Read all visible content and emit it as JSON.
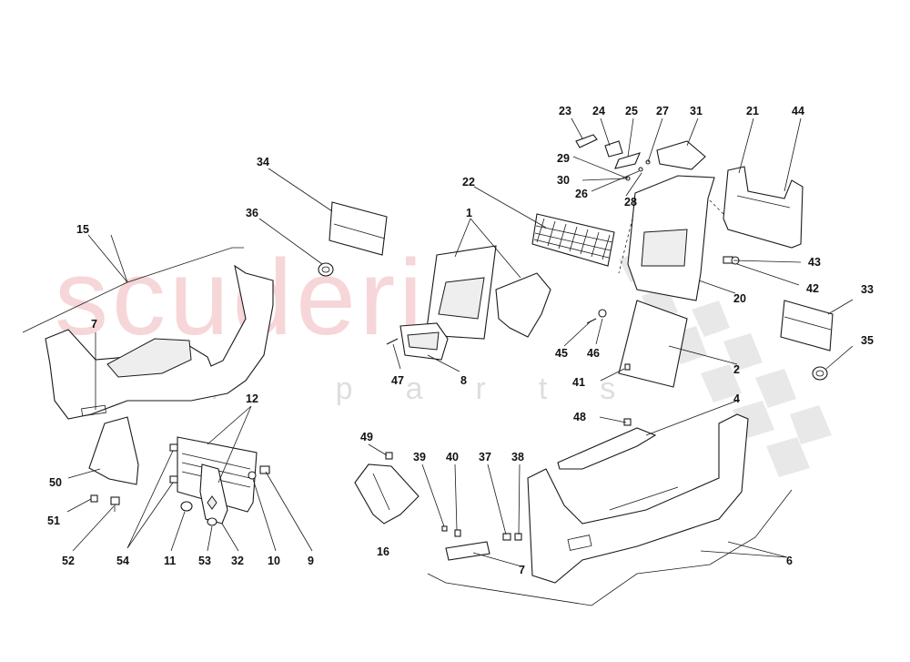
{
  "watermark": {
    "brand": "scuderia",
    "tagline": "car parts"
  },
  "callouts": {
    "c1": "1",
    "c2": "2",
    "c4": "4",
    "c6": "6",
    "c7a": "7",
    "c7b": "7",
    "c8": "8",
    "c9": "9",
    "c10": "10",
    "c11": "11",
    "c12": "12",
    "c15": "15",
    "c16": "16",
    "c20": "20",
    "c21": "21",
    "c22": "22",
    "c23": "23",
    "c24": "24",
    "c25": "25",
    "c26": "26",
    "c27": "27",
    "c28": "28",
    "c29": "29",
    "c30": "30",
    "c31": "31",
    "c32": "32",
    "c33": "33",
    "c34": "34",
    "c35": "35",
    "c36": "36",
    "c37": "37",
    "c38": "38",
    "c39": "39",
    "c40": "40",
    "c41": "41",
    "c42": "42",
    "c43": "43",
    "c44": "44",
    "c45": "45",
    "c46": "46",
    "c47": "47",
    "c48": "48",
    "c49": "49",
    "c50": "50",
    "c51": "51",
    "c52": "52",
    "c53": "53",
    "c54": "54"
  },
  "colors": {
    "watermark_red": "#f3c9cb",
    "watermark_grey": "#d6d6d6",
    "line": "#1a1a1a"
  }
}
